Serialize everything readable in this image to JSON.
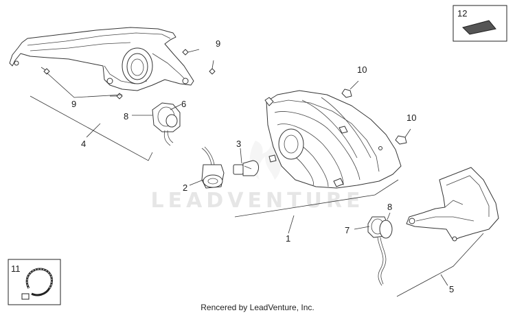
{
  "diagram": {
    "watermark": "LEADVENTURE",
    "footer": "Rencered by LeadVenture, Inc.",
    "callouts": {
      "c1": "1",
      "c2": "2",
      "c3": "3",
      "c4": "4",
      "c5": "5",
      "c6": "6",
      "c7": "7",
      "c8a": "8",
      "c8b": "8",
      "c9a": "9",
      "c9b": "9",
      "c10a": "10",
      "c10b": "10",
      "c11": "11",
      "c12": "12"
    }
  }
}
